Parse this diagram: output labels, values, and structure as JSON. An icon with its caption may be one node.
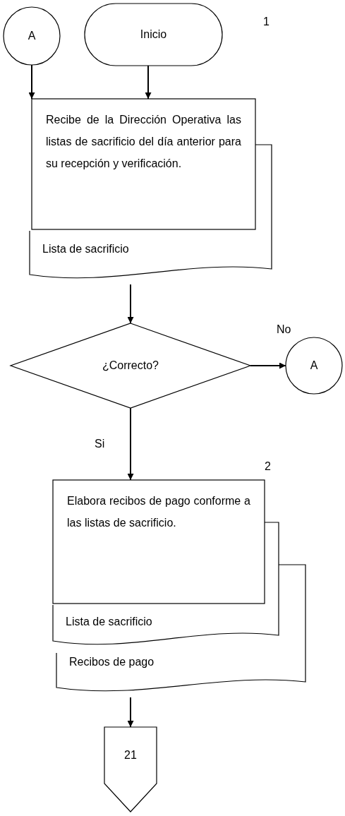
{
  "diagram": {
    "nodes": [
      {
        "text": [
          "A"
        ]
      },
      {
        "text": [
          "Inicio"
        ]
      },
      {
        "text": [
          "Recibe de la Dirección Operativa las listas de sacrificio del día anterior para su recepción y verificación."
        ]
      },
      {
        "text": [
          "Lista de sacrificio"
        ]
      },
      {
        "text": [
          "¿Correcto?"
        ]
      },
      {
        "text": [
          "A"
        ]
      },
      {
        "text": [
          "Elabora recibos de pago conforme a las listas de sacrificio."
        ]
      },
      {
        "text": [
          "Lista de sacrificio"
        ]
      },
      {
        "text": [
          "Recibos de pago"
        ]
      },
      {
        "text": [
          "21"
        ]
      }
    ],
    "edges": [
      {
        "from": 0,
        "to": 2,
        "arrow": "to"
      },
      {
        "from": 1,
        "to": 2,
        "arrow": "to"
      },
      {
        "from": 3,
        "to": 4,
        "arrow": "to"
      },
      {
        "from": 4,
        "to": 5,
        "arrow": "to",
        "label": "No"
      },
      {
        "from": 4,
        "to": 6,
        "arrow": "to",
        "label": "Si"
      },
      {
        "from": 8,
        "to": 9,
        "arrow": "to"
      }
    ],
    "labels": [
      "1",
      "2"
    ]
  }
}
